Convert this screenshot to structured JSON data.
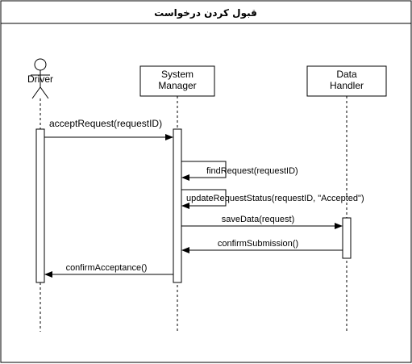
{
  "frame": {
    "title": "قبول کردن درخواست"
  },
  "participants": [
    {
      "id": "driver",
      "name": "Driver",
      "kind": "actor"
    },
    {
      "id": "system",
      "name_lines": [
        "System",
        "Manager"
      ],
      "kind": "box"
    },
    {
      "id": "data",
      "name_lines": [
        "Data",
        "Handler"
      ],
      "kind": "box"
    }
  ],
  "messages": [
    {
      "id": "m1",
      "from": "driver",
      "to": "system",
      "label": "acceptRequest(requestID)",
      "style": "solid"
    },
    {
      "id": "m2",
      "from": "system",
      "to": "system",
      "label": "findRequest(requestID)",
      "style": "self"
    },
    {
      "id": "m3",
      "from": "system",
      "to": "system",
      "label": "updateRequestStatus(requestID, \"Accepted\")",
      "style": "self"
    },
    {
      "id": "m4",
      "from": "system",
      "to": "data",
      "label": "saveData(request)",
      "style": "solid"
    },
    {
      "id": "m5",
      "from": "data",
      "to": "system",
      "label": "confirmSubmission()",
      "style": "solid"
    },
    {
      "id": "m6",
      "from": "system",
      "to": "driver",
      "label": "confirmAcceptance()",
      "style": "solid"
    }
  ],
  "colors": {
    "stroke": "#000000",
    "background": "#ffffff"
  }
}
